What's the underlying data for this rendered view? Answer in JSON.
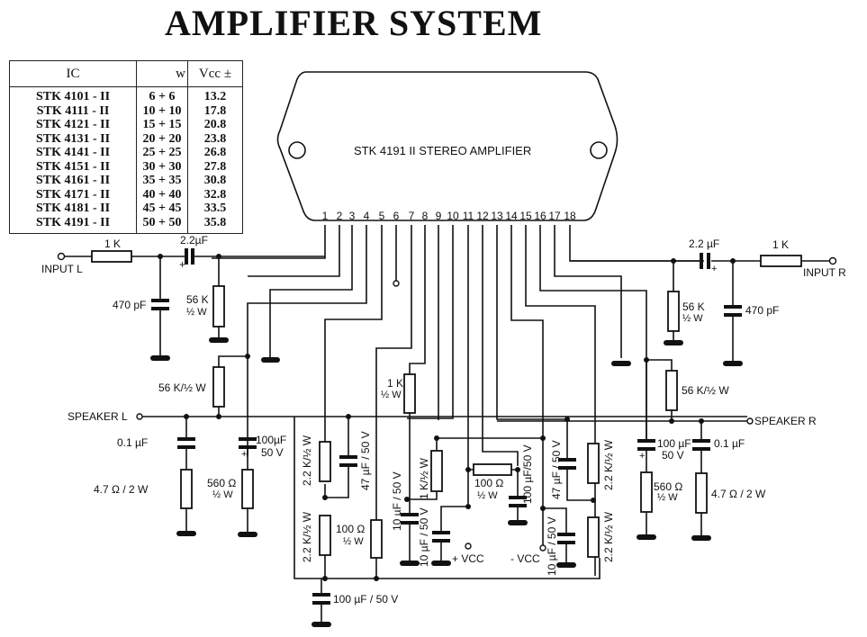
{
  "title": "AMPLIFIER SYSTEM",
  "ic_table": {
    "headers": {
      "ic": "IC",
      "w": "w",
      "vcc": "Vcc ±"
    },
    "rows": [
      {
        "ic": "STK 4101 - II",
        "w": "6 + 6",
        "vcc": "13.2"
      },
      {
        "ic": "STK 4111 - II",
        "w": "10 + 10",
        "vcc": "17.8"
      },
      {
        "ic": "STK 4121 - II",
        "w": "15 + 15",
        "vcc": "20.8"
      },
      {
        "ic": "STK 4131 - II",
        "w": "20 + 20",
        "vcc": "23.8"
      },
      {
        "ic": "STK 4141 - II",
        "w": "25 + 25",
        "vcc": "26.8"
      },
      {
        "ic": "STK 4151 - II",
        "w": "30 + 30",
        "vcc": "27.8"
      },
      {
        "ic": "STK 4161 - II",
        "w": "35 + 35",
        "vcc": "30.8"
      },
      {
        "ic": "STK 4171 - II",
        "w": "40 + 40",
        "vcc": "32.8"
      },
      {
        "ic": "STK 4181 - II",
        "w": "45 + 45",
        "vcc": "33.5"
      },
      {
        "ic": "STK 4191 - II",
        "w": "50 + 50",
        "vcc": "35.8"
      }
    ]
  },
  "chip": {
    "label": "STK 4191 II  STEREO AMPLIFIER",
    "pins": [
      "1",
      "2",
      "3",
      "4",
      "5",
      "6",
      "7",
      "8",
      "9",
      "10",
      "11",
      "12",
      "13",
      "14",
      "15",
      "16",
      "17",
      "18"
    ]
  },
  "terminals": {
    "input_l": "INPUT  L",
    "input_r": "INPUT R",
    "speaker_l": "SPEAKER L",
    "speaker_r": "SPEAKER R",
    "vcc_pos": "+ VCC",
    "vcc_neg": "- VCC"
  },
  "components": {
    "r_in_l": "1 K",
    "c_in_l": "2.2µF",
    "c_470_l": "470 pF",
    "r_56k_l_a": "56 K",
    "r_56k_l_a_w": "½ W",
    "r_56k_l_b": "56 K/½ W",
    "c_01_l": "0.1 µF",
    "r_47_l": "4.7 Ω / 2 W",
    "c_100_l": "100µF",
    "c_100_l_v": "50 V",
    "r_560_l": "560 Ω",
    "r_560_l_w": "½ W",
    "r_22k_l_a": "2.2 K/½ W",
    "r_22k_l_b": "2.2 K/½ W",
    "c_47_l": "47 µF / 50 V",
    "r_100_l": "100 Ω",
    "r_100_l_w": "½ W",
    "r_1k_mid_a": "1 K",
    "r_1k_mid_a_w": "½ W",
    "c_10_a": "10 µF / 50 V",
    "r_1k_mid_b": "1 K/½ W",
    "c_10_b": "10 µF / 50 V",
    "r_100_mid": "100 Ω",
    "r_100_mid_w": "½ W",
    "c_100_mid": "100 µF/50 V",
    "c_47_r": "47 µF / 50 V",
    "c_10_c": "10 µF / 50 V",
    "r_22k_r_a": "2.2 K/½ W",
    "r_22k_r_b": "2.2 K/½ W",
    "c_100_bottom": "100 µF / 50 V",
    "r_in_r": "1 K",
    "c_in_r": "2.2 µF",
    "c_470_r": "470 pF",
    "r_56k_r_a": "56 K",
    "r_56k_r_a_w": "½ W",
    "r_56k_r_b": "56 K/½ W",
    "c_100_r": "100 µF",
    "c_100_r_v": "50 V",
    "c_01_r": "0.1 µF",
    "r_560_r": "560 Ω",
    "r_560_r_w": "½ W",
    "r_47_r": "4.7 Ω / 2 W",
    "plus": "+"
  }
}
